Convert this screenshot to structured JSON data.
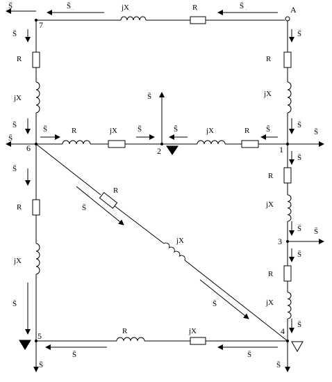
{
  "nodes": {
    "A": "A",
    "n1": "1",
    "n2": "2",
    "n3": "3",
    "n4": "4",
    "n5": "5",
    "n6": "6",
    "n7": "7"
  },
  "labels": {
    "s_top_left_out": "S̄",
    "s_7A_left": "S̄",
    "s_7A_right": "S̄",
    "jx_7A": "jX",
    "r_7A": "R",
    "s_A1": "S̄",
    "r_A1": "R",
    "jx_A1": "jX",
    "s_A1b": "S̄",
    "s_76": "S̄",
    "r_76": "R",
    "jx_76": "jX",
    "s_76b": "S̄",
    "s_2up": "S̄",
    "s_62": "S̄",
    "r_62": "R",
    "jx_62": "jX",
    "s_62b": "S̄",
    "s_21a": "S̄",
    "jx_21": "jX",
    "r_21": "R",
    "s_21b": "S̄",
    "s_1out": "S̄",
    "s_6out": "S̄",
    "s_65": "S̄",
    "r_65": "R",
    "jx_65": "jX",
    "s_65b": "S̄",
    "s_64a": "S̄",
    "r_64": "R",
    "jx_64": "jX",
    "s_64b": "S̄",
    "s_13": "S̄",
    "r_13": "R",
    "jx_13": "jX",
    "s_13b": "S̄",
    "s_3out": "S̄",
    "s_34": "S̄",
    "r_34": "R",
    "jx_34": "jX",
    "s_34b": "S̄",
    "s_45a": "S̄",
    "r_45": "R",
    "jx_45": "jX",
    "s_45b": "S̄",
    "s_5out": "S̄",
    "s_4out": "S̄"
  }
}
